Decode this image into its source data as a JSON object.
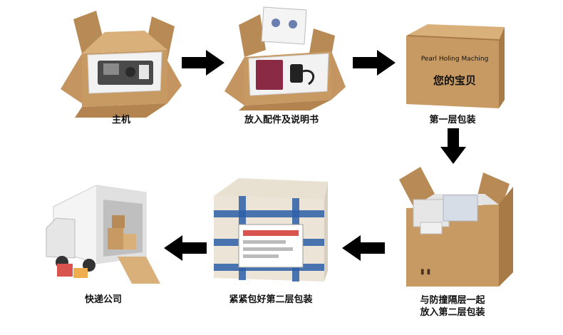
{
  "steps": [
    {
      "id": "main-unit",
      "caption": "主机"
    },
    {
      "id": "accessories",
      "caption": "放入配件及说明书"
    },
    {
      "id": "first-layer",
      "caption": "第一层包装",
      "box_text_line1": "Pearl Holing Maching",
      "box_text_line2": "您的宝贝"
    },
    {
      "id": "with-insulation",
      "caption_line1": "与防撞隔层一起",
      "caption_line2": "放入第二层包装"
    },
    {
      "id": "second-layer",
      "caption": "紧紧包好第二层包装"
    },
    {
      "id": "courier",
      "caption": "快递公司"
    }
  ],
  "colors": {
    "cardboard": "#c89a63",
    "cardboard_dark": "#a87a45",
    "arrow": "#000000",
    "tape": "#2d5fa8"
  }
}
